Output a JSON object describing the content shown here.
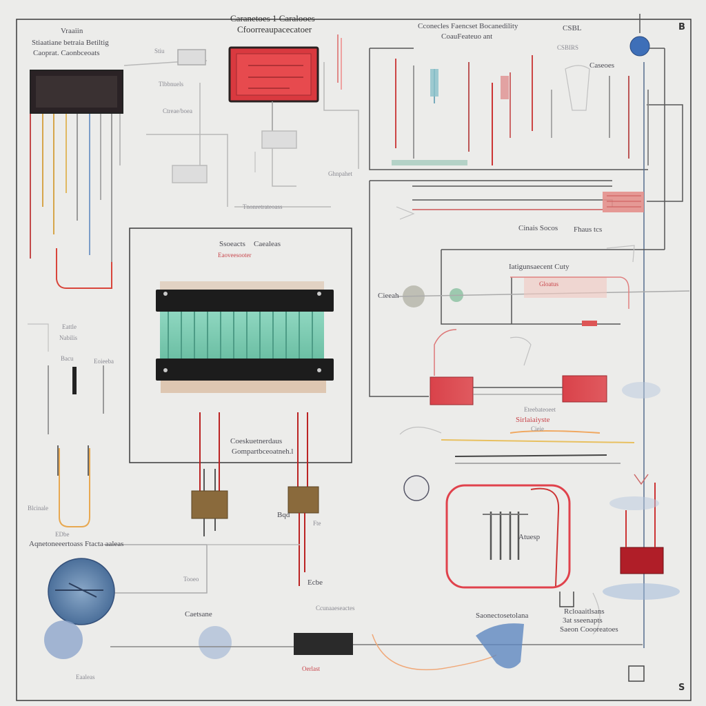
{
  "diagram": {
    "corner_marks": {
      "top_right": "B",
      "bottom_right": "S"
    },
    "labels": {
      "top_title_1": "Caranetoes 1 Caralooes",
      "top_title_2": "Cfoorreaupacecatoer",
      "left_top_1": "Vraaiin",
      "left_top_2": "Stiaatiane betraia Betiltig",
      "left_top_3": "Caoprat. Caonbceoats",
      "top_center_1": "Stiu",
      "top_center_2": "Tlbbnuels",
      "top_center_3": "Ctreae/boea",
      "center_small": "Ghnpahet",
      "center_mid": "Tnonretrateoass",
      "right_top_1": "Cconecles Faencset Bocanedility",
      "right_top_2": "CoauFeateuo ant",
      "right_top_3": "CSBL",
      "right_top_4": "CSBIRS",
      "right_top_5": "Caseoes",
      "right_mid_1": "Cinais Socos",
      "right_mid_2": "Fhaus tcs",
      "right_mid_3": "Iatigunsaecent Cuty",
      "right_mid_4": "Gloatus",
      "right_mid_5": "Cieeah",
      "battery_title_1": "Ssoeacts",
      "battery_title_2": "Caealeas",
      "battery_sub": "Eaoveesooter",
      "left_mid_1": "Eattle",
      "left_mid_2": "Nabilis",
      "left_mid_3": "Bacu",
      "left_mid_4": "Eoieeba",
      "left_low_1": "Blcinale",
      "left_low_2": "EDbe",
      "left_low_3": "Aqnetoneeertoass Ftacta aaleas",
      "relay_label": "Bqd",
      "center_bottom_1": "Coeskuetnerdaus",
      "center_bottom_2": "Gompartbceoatneh.l",
      "relay_r_label": "Fte",
      "relay_r_side": "Tooeo",
      "center_bottom_3": "Ecbe",
      "right_low_1": "Eteebateoeet",
      "right_low_2": "Sirlaiaiyste",
      "right_low_3": "Cieie",
      "rect_label": "Atuesp",
      "bottom_1": "Caetsane",
      "bottom_2": "Ccunaaeseactes",
      "bottom_3": "Saonectosetolana",
      "bottom_right_1": "Rcloaaitlsans",
      "bottom_right_2": "3at sseenapts",
      "bottom_right_3": "Saeon Coooreatoes",
      "bottom_left": "Eaaleas",
      "bottom_center": "Oerlast"
    }
  }
}
